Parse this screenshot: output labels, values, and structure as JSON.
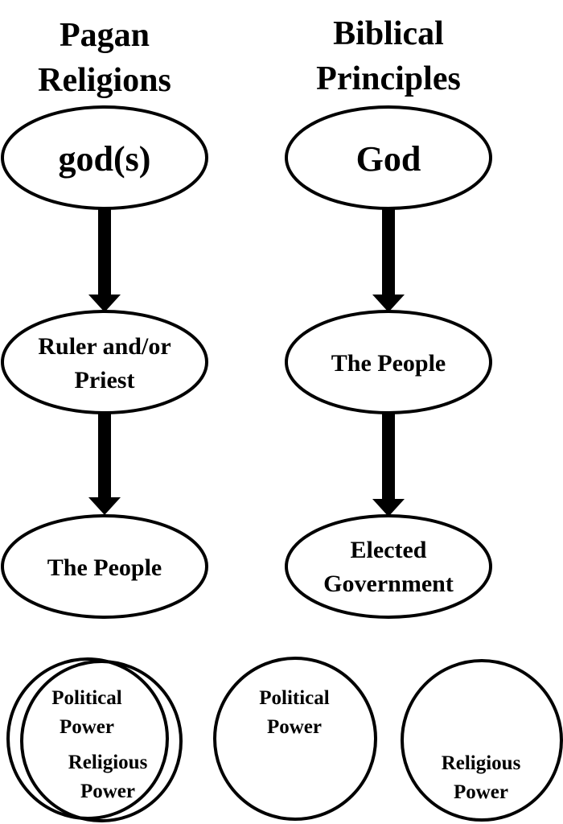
{
  "columns": {
    "left": {
      "title_line1": "Pagan",
      "title_line2": "Religions",
      "top": "god(s)",
      "middle_line1": "Ruler and/or",
      "middle_line2": "Priest",
      "bottom": "The People"
    },
    "right": {
      "title_line1": "Biblical",
      "title_line2": "Principles",
      "top": "God",
      "middle": "The People",
      "bottom_line1": "Elected",
      "bottom_line2": "Government"
    }
  },
  "power": {
    "overlap": {
      "political_line1": "Political",
      "political_line2": "Power",
      "religious_line1": "Religious",
      "religious_line2": "Power"
    },
    "political": {
      "line1": "Political",
      "line2": "Power"
    },
    "religious": {
      "line1": "Religious",
      "line2": "Power"
    }
  }
}
